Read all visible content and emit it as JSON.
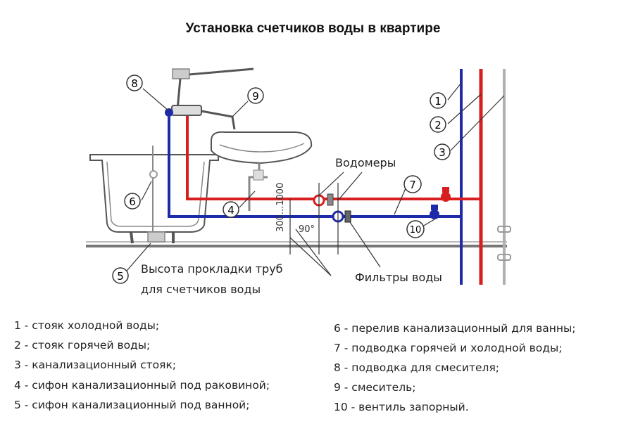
{
  "title": "Установка счетчиков воды в квартире",
  "callouts": [
    "1",
    "2",
    "3",
    "4",
    "5",
    "6",
    "7",
    "8",
    "9",
    "10"
  ],
  "labels": {
    "meters": "Водомеры",
    "filters": "Фильтры воды",
    "height_line1": "Высота прокладки труб",
    "height_line2": "для счетчиков воды",
    "dim_vertical": "300...1000",
    "angle": "90°"
  },
  "legend_left": [
    "1 - стояк холодной воды;",
    "2 - стояк горячей воды;",
    "3 - канализационный стояк;",
    "4 - сифон канализационный под раковиной;",
    "5 - сифон канализационный под ванной;"
  ],
  "legend_right": [
    "6 - перелив канализационный для ванны;",
    "7 - подводка горячей и холодной воды;",
    "8 - подводка для смесителя;",
    "9 - смеситель;",
    "10 - вентиль запорный."
  ],
  "colors": {
    "cold": "#1e2ba8",
    "hot": "#d81e1e",
    "sewer": "#b8b8b8",
    "floor": "#9a9a9a",
    "outline": "#555555"
  }
}
